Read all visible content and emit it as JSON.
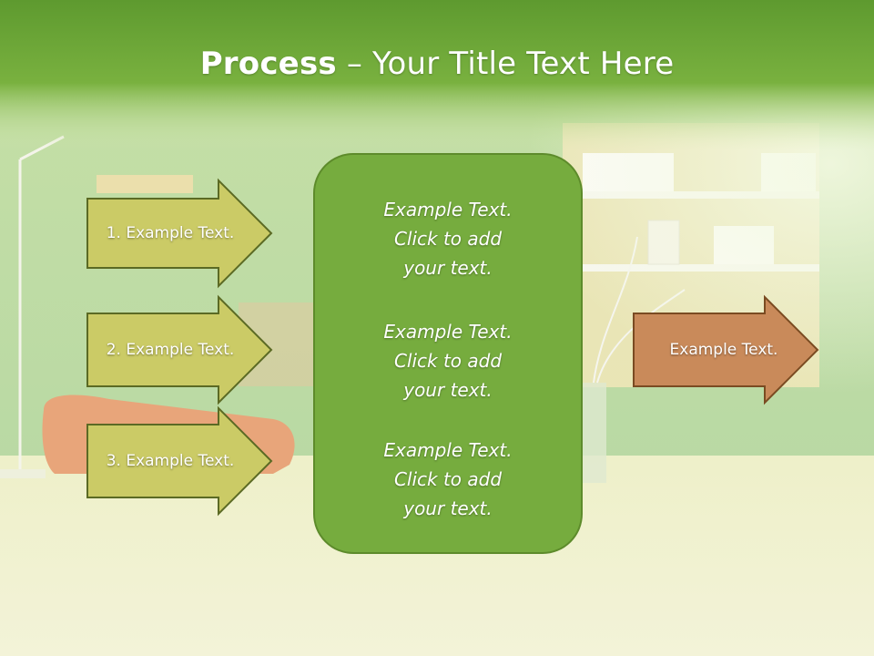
{
  "slide": {
    "title_bold": "Process",
    "title_rest": " – Your Title Text Here"
  },
  "left_arrows": [
    {
      "label": "1. Example Text."
    },
    {
      "label": "2. Example Text."
    },
    {
      "label": "3. Example Text."
    }
  ],
  "center_box": {
    "blocks": [
      {
        "line1": "Example Text.",
        "line2": "Click  to add",
        "line3": "your text."
      },
      {
        "line1": "Example Text.",
        "line2": "Click  to add",
        "line3": "your text."
      },
      {
        "line1": "Example Text.",
        "line2": "Click  to add",
        "line3": "your text."
      }
    ]
  },
  "right_arrow": {
    "label": "Example Text."
  },
  "colors": {
    "title_band": "#6fa83a",
    "left_arrow_fill": "#cbcb66",
    "left_arrow_stroke": "#5b6a24",
    "center_fill": "#76ac3e",
    "right_arrow_fill": "#c98a5a",
    "right_arrow_stroke": "#7a4b22"
  }
}
